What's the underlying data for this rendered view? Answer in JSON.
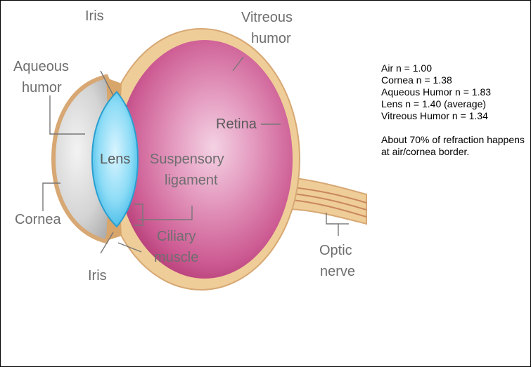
{
  "diagram": {
    "labels": {
      "vitreous_humor_1": "Vitreous",
      "vitreous_humor_2": "humor",
      "iris_top": "Iris",
      "aqueous_humor_1": "Aqueous",
      "aqueous_humor_2": "humor",
      "retina": "Retina",
      "lens": "Lens",
      "suspensory_ligament_1": "Suspensory",
      "suspensory_ligament_2": "ligament",
      "cornea": "Cornea",
      "ciliary_muscle_1": "Ciliary",
      "ciliary_muscle_2": "muscle",
      "iris_bottom": "Iris",
      "optic_nerve_1": "Optic",
      "optic_nerve_2": "nerve"
    },
    "colors": {
      "sclera": "#efcd98",
      "vitreous": "#c03a77",
      "cornea": "#c7c7c7",
      "lens": "#7fd4f2",
      "ligament": "#b03060"
    }
  },
  "notes": {
    "indices": [
      "Air n = 1.00",
      "Cornea n = 1.38",
      "Aqueous Humor n = 1.83",
      "Lens n = 1.40 (average)",
      "Vitreous Humor n = 1.34"
    ],
    "refraction_note": "About 70% of refraction happens at air/cornea border."
  }
}
